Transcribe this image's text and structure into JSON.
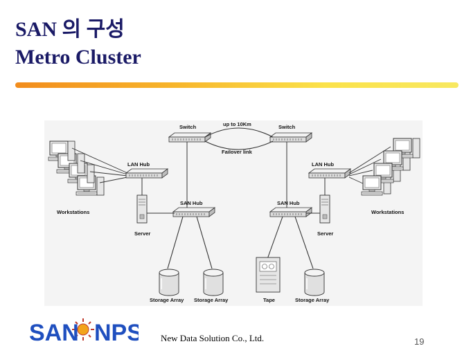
{
  "slide": {
    "title_line1": "SAN 의 구성",
    "title_line2": "Metro Cluster",
    "company": "New Data Solution Co., Ltd.",
    "page_number": "19",
    "rule_colors": [
      "#f28c1c",
      "#fbe24a"
    ]
  },
  "logo": {
    "left_text": "SAN",
    "right_text": "NPS",
    "color": "#1f4fbf",
    "accent": "#f2a41c"
  },
  "diagram": {
    "link_top": "up to 10Km",
    "link_bottom": "Failover link",
    "switch_left": "Switch",
    "switch_right": "Switch",
    "lanhub_left": "LAN Hub",
    "lanhub_right": "LAN Hub",
    "sanhub_left": "SAN Hub",
    "sanhub_right": "SAN Hub",
    "workstations_left": "Workstations",
    "workstations_right": "Workstations",
    "server_left": "Server",
    "server_right": "Server",
    "storage1": "Storage Array",
    "storage2": "Storage Array",
    "tape": "Tape",
    "storage3": "Storage Array"
  }
}
